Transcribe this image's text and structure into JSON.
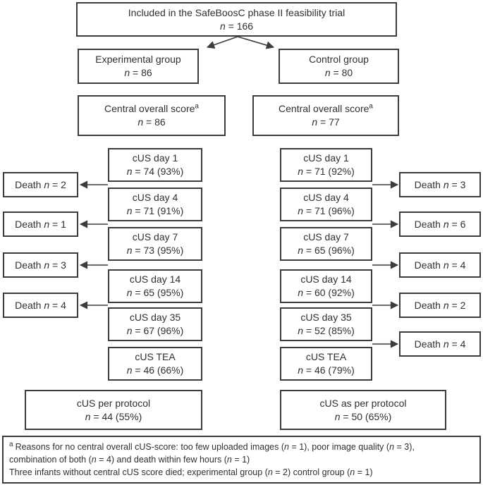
{
  "figure": {
    "colors": {
      "border": "#3c3c3c",
      "text": "#303030",
      "background": "#ffffff"
    },
    "top": {
      "label": "Included in the SafeBoosC phase II feasibility trial",
      "n": "n = 166"
    },
    "groups": {
      "experimental": {
        "label": "Experimental group",
        "n": "n = 86"
      },
      "control": {
        "label": "Control group",
        "n": "n = 80"
      }
    },
    "central_scores": {
      "left": {
        "label": "Central overall score",
        "sup": "a",
        "n": "n = 86"
      },
      "right": {
        "label": "Central overall score",
        "sup": "a",
        "n": "n = 77"
      }
    },
    "left_column": [
      {
        "label": "cUS day 1",
        "n": "n = 74 (93%)"
      },
      {
        "label": "cUS day 4",
        "n": "n = 71 (91%)"
      },
      {
        "label": "cUS day 7",
        "n": "n = 73 (95%)"
      },
      {
        "label": "cUS day 14",
        "n": "n = 65 (95%)"
      },
      {
        "label": "cUS day 35",
        "n": "n = 67 (96%)"
      },
      {
        "label": "cUS TEA",
        "n": "n = 46 (66%)"
      }
    ],
    "right_column": [
      {
        "label": "cUS day 1",
        "n": "n = 71 (92%)"
      },
      {
        "label": "cUS day 4",
        "n": "n = 71 (96%)"
      },
      {
        "label": "cUS day 7",
        "n": "n = 65 (96%)"
      },
      {
        "label": "cUS day 14",
        "n": "n = 60 (92%)"
      },
      {
        "label": "cUS day 35",
        "n": "n = 52 (85%)"
      },
      {
        "label": "cUS TEA",
        "n": "n = 46 (79%)"
      }
    ],
    "left_deaths": [
      {
        "text": "Death n = 2"
      },
      {
        "text": "Death n = 1"
      },
      {
        "text": "Death n = 3"
      },
      {
        "text": "Death n = 4"
      }
    ],
    "right_deaths": [
      {
        "text": "Death n = 3"
      },
      {
        "text": "Death n = 6"
      },
      {
        "text": "Death n = 4"
      },
      {
        "text": "Death n = 2"
      },
      {
        "text": "Death n = 4"
      }
    ],
    "per_protocol": {
      "left": {
        "label": "cUS per protocol",
        "n": "n = 44 (55%)"
      },
      "right": {
        "label": "cUS as per protocol",
        "n": "n = 50 (65%)"
      }
    },
    "footnote": {
      "sup": "a",
      "line1": "Reasons for no central overall cUS-score: too few uploaded images (n = 1), poor image quality (n = 3),",
      "line2": "combination of both (n = 4) and death within few hours (n = 1)",
      "line3": "Three infants without central cUS score died; experimental group (n = 2) control group (n = 1)"
    }
  }
}
